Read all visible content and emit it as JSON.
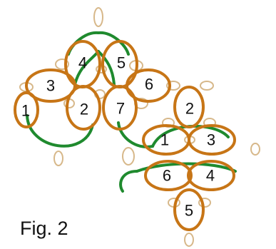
{
  "figure_label": "Fig. 2",
  "colors": {
    "ring_stroke": "#c77516",
    "chain_stroke": "#1f8a2e",
    "picot_stroke": "#d7b88a",
    "text": "#111111"
  },
  "left_motif": {
    "ring_labels": [
      "1",
      "3",
      "4",
      "5",
      "6",
      "2",
      "7"
    ]
  },
  "right_motif": {
    "ring_labels": [
      "2",
      "1",
      "3",
      "6",
      "4",
      "5"
    ]
  }
}
